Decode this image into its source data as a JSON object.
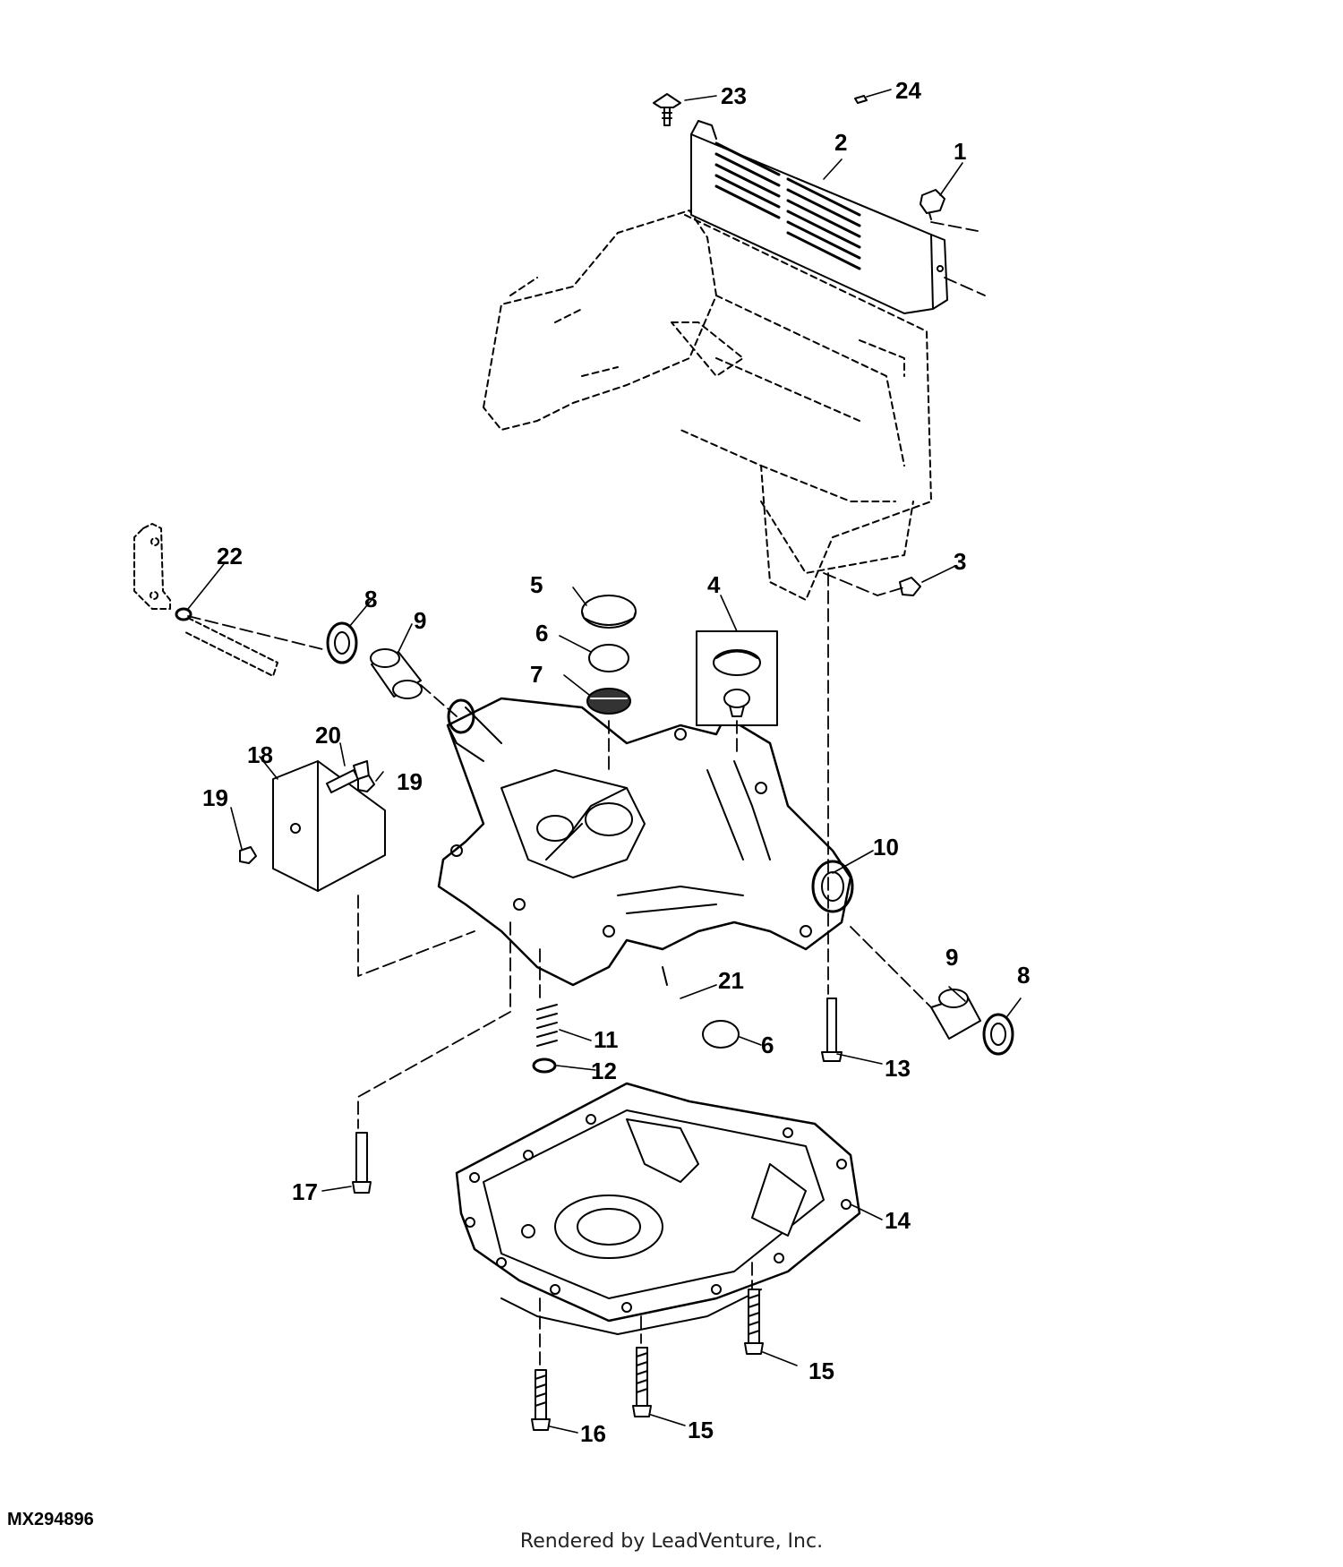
{
  "figure_id": "MX294896",
  "credit": "Rendered by LeadVenture, Inc.",
  "callouts": [
    {
      "id": "c1",
      "text": "1"
    },
    {
      "id": "c2",
      "text": "2"
    },
    {
      "id": "c3",
      "text": "3"
    },
    {
      "id": "c4",
      "text": "4"
    },
    {
      "id": "c5",
      "text": "5"
    },
    {
      "id": "c6a",
      "text": "6"
    },
    {
      "id": "c6b",
      "text": "6"
    },
    {
      "id": "c7",
      "text": "7"
    },
    {
      "id": "c8a",
      "text": "8"
    },
    {
      "id": "c8b",
      "text": "8"
    },
    {
      "id": "c9a",
      "text": "9"
    },
    {
      "id": "c9b",
      "text": "9"
    },
    {
      "id": "c10",
      "text": "10"
    },
    {
      "id": "c11",
      "text": "11"
    },
    {
      "id": "c12",
      "text": "12"
    },
    {
      "id": "c13",
      "text": "13"
    },
    {
      "id": "c14",
      "text": "14"
    },
    {
      "id": "c15a",
      "text": "15"
    },
    {
      "id": "c15b",
      "text": "15"
    },
    {
      "id": "c16",
      "text": "16"
    },
    {
      "id": "c17",
      "text": "17"
    },
    {
      "id": "c18",
      "text": "18"
    },
    {
      "id": "c19a",
      "text": "19"
    },
    {
      "id": "c19b",
      "text": "19"
    },
    {
      "id": "c20",
      "text": "20"
    },
    {
      "id": "c21",
      "text": "21"
    },
    {
      "id": "c22",
      "text": "22"
    },
    {
      "id": "c23",
      "text": "23"
    },
    {
      "id": "c24",
      "text": "24"
    }
  ]
}
